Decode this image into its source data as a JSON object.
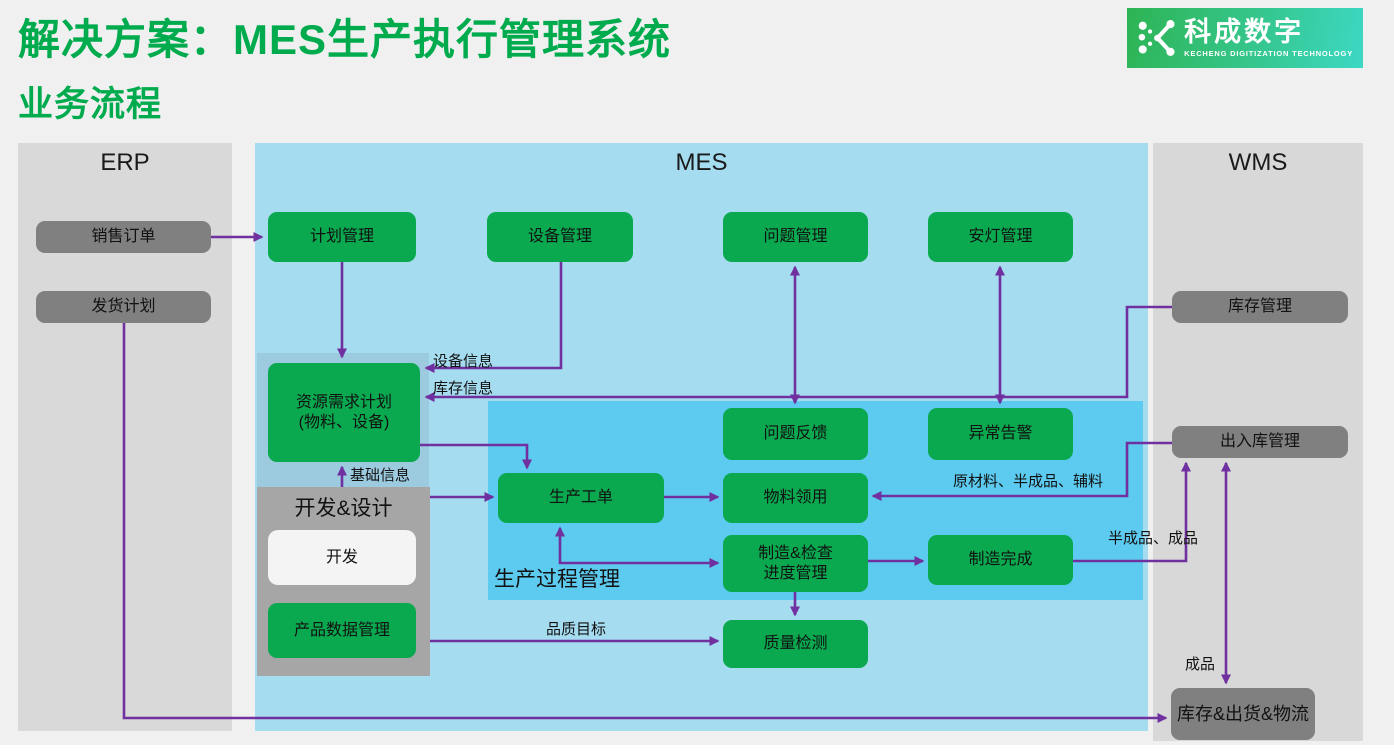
{
  "title": {
    "line1": "解决方案：MES生产执行管理系统",
    "line2": "业务流程"
  },
  "logo": {
    "name": "科成数字",
    "tagline": "KECHENG DIGITIZATION TECHNOLOGY"
  },
  "panels": {
    "erp": "ERP",
    "mes": "MES",
    "wms": "WMS",
    "dev_design": "开发&设计",
    "production_process": "生产过程管理"
  },
  "boxes": {
    "sales_order": "销售订单",
    "shipping_plan": "发货计划",
    "plan_mgmt": "计划管理",
    "equipment_mgmt": "设备管理",
    "problem_mgmt": "问题管理",
    "andon_mgmt": "安灯管理",
    "resource_plan_line1": "资源需求计划",
    "resource_plan_line2": "(物料、设备)",
    "development": "开发",
    "product_data_mgmt": "产品数据管理",
    "production_order": "生产工单",
    "problem_feedback": "问题反馈",
    "abnormal_alarm": "异常告警",
    "material_requisition": "物料领用",
    "mfg_inspection_line1": "制造&检查",
    "mfg_inspection_line2": "进度管理",
    "mfg_complete": "制造完成",
    "quality_inspection": "质量检测",
    "inventory_mgmt": "库存管理",
    "warehouse_io_mgmt": "出入库管理",
    "inventory_shipping_logistics": "库存&出货&物流"
  },
  "edge_labels": {
    "equipment_info": "设备信息",
    "inventory_info": "库存信息",
    "basic_info": "基础信息",
    "raw_materials": "原材料、半成品、辅料",
    "semi_finished_finished": "半成品、成品",
    "quality_target": "品质目标",
    "finished_goods": "成品"
  },
  "colors": {
    "title_green": "#00ab4e",
    "box_green": "#0aa94f",
    "box_gray": "#808080",
    "panel_gray": "#d9d9d9",
    "dev_panel_gray": "#a6a6a6",
    "mes_blue": "#a5dcf0",
    "resource_sub_blue": "#9ccbe0",
    "process_blue": "#5dcaef",
    "arrow_purple": "#7030a0",
    "logo_gradient_start": "#2eb454",
    "logo_gradient_end": "#3cd8c4"
  }
}
